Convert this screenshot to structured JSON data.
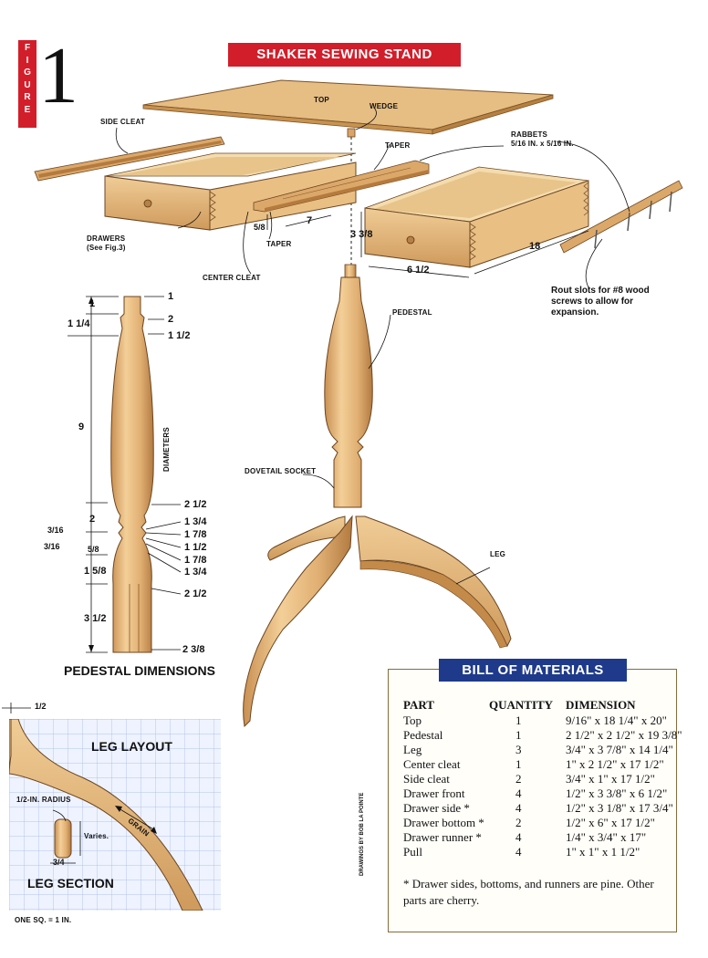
{
  "figure": {
    "letters": [
      "F",
      "I",
      "G",
      "U",
      "R",
      "E"
    ],
    "number": "1"
  },
  "title": "SHAKER SEWING STAND",
  "labels": {
    "top": "TOP",
    "wedge": "WEDGE",
    "side_cleat": "SIDE CLEAT",
    "taper_upper": "TAPER",
    "rabbets_line1": "RABBETS",
    "rabbets_line2": "5/16 IN. x 5/16 IN.",
    "drawers_line1": "DRAWERS",
    "drawers_line2": "(See Fig.3)",
    "taper_lower": "TAPER",
    "center_cleat": "CENTER CLEAT",
    "pedestal": "PEDESTAL",
    "dovetail_socket": "DOVETAIL SOCKET",
    "leg": "LEG",
    "diameters": "DIAMETERS",
    "rout_note": "Rout slots for #8 wood screws to allow for expansion."
  },
  "drawer_dims": {
    "cleat_5_8": "5/8",
    "cleat_7": "7",
    "drawer_3_3_8": "3 3/8",
    "drawer_6_1_2": "6 1/2",
    "drawer_18": "18"
  },
  "pedestal_dims": {
    "heading": "PEDESTAL DIMENSIONS",
    "left": [
      "1",
      "1 1/4",
      "9",
      "2",
      "3/16",
      "3/16",
      "5/8",
      "1 5/8",
      "3 1/2"
    ],
    "right": [
      "1",
      "2",
      "1 1/2",
      "2 1/2",
      "1 3/4",
      "1 7/8",
      "1 1/2",
      "1 7/8",
      "1 3/4",
      "2 1/2",
      "2 3/8"
    ]
  },
  "leg_layout": {
    "heading": "LEG LAYOUT",
    "top_dim": "1/2",
    "radius": "1/2-IN. RADIUS",
    "varies": "Varies.",
    "width": "3/4",
    "section": "LEG SECTION",
    "grain": "GRAIN",
    "scale": "ONE SQ. = 1 IN."
  },
  "bom": {
    "title": "BILL OF MATERIALS",
    "headers": [
      "PART",
      "QUANTITY",
      "DIMENSION"
    ],
    "rows": [
      [
        "Top",
        "1",
        "9/16\" x 18 1/4\" x 20\""
      ],
      [
        "Pedestal",
        "1",
        "2 1/2\" x 2 1/2\" x 19 3/8\""
      ],
      [
        "Leg",
        "3",
        "3/4\" x 3 7/8\" x 14 1/4\""
      ],
      [
        "Center cleat",
        "1",
        "1\" x 2 1/2\" x 17 1/2\""
      ],
      [
        "Side cleat",
        "2",
        "3/4\" x 1\" x 17 1/2\""
      ],
      [
        "Drawer front",
        "4",
        "1/2\" x 3 3/8\" x 6 1/2\""
      ],
      [
        "Drawer side *",
        "4",
        "1/2\" x 3 1/8\" x 17 3/4\""
      ],
      [
        "Drawer bottom *",
        "2",
        "1/2\" x 6\" x 17 1/2\""
      ],
      [
        "Drawer runner *",
        "4",
        "1/4\" x 3/4\" x 17\""
      ],
      [
        "Pull",
        "4",
        "1\" x 1\" x 1 1/2\""
      ]
    ],
    "footnote": "* Drawer sides, bottoms, and runners are pine. Other parts are cherry."
  },
  "credit": "DRAWINGS BY BOB LA POINTE",
  "colors": {
    "red_banner": "#d21e2a",
    "blue_banner": "#1f3a8a",
    "wood": "#e2b57a",
    "wood_dark": "#b9844a"
  }
}
